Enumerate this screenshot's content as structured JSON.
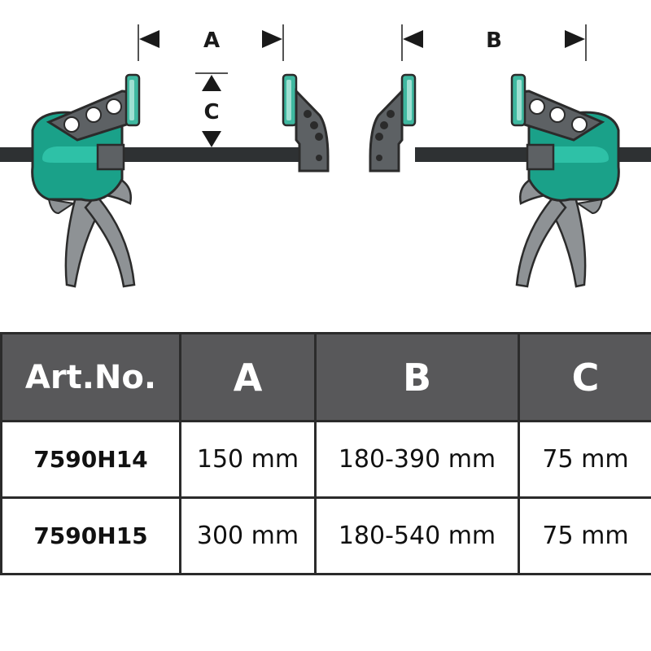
{
  "diagram": {
    "labels": {
      "a": "A",
      "b": "B",
      "c": "C"
    },
    "colors": {
      "bar": "#2e3133",
      "body": "#1aa189",
      "body_highlight": "#2ec1a7",
      "jaw_pad": "#3fb8a0",
      "jaw_pad_light": "#9fe0d2",
      "grey": "#8e9295",
      "grey_dark": "#5d6164",
      "outline": "#2b2b2b"
    },
    "icons": [
      "clamp-left-icon",
      "clamp-right-icon",
      "dimension-arrow-icon"
    ]
  },
  "table": {
    "headers": [
      "Art.No.",
      "A",
      "B",
      "C"
    ],
    "rows": [
      [
        "7590H14",
        "150 mm",
        "180-390 mm",
        "75 mm"
      ],
      [
        "7590H15",
        "300 mm",
        "180-540 mm",
        "75 mm"
      ]
    ],
    "colors": {
      "header_bg": "#58585a",
      "header_text": "#ffffff",
      "border": "#2b2b2b"
    }
  }
}
